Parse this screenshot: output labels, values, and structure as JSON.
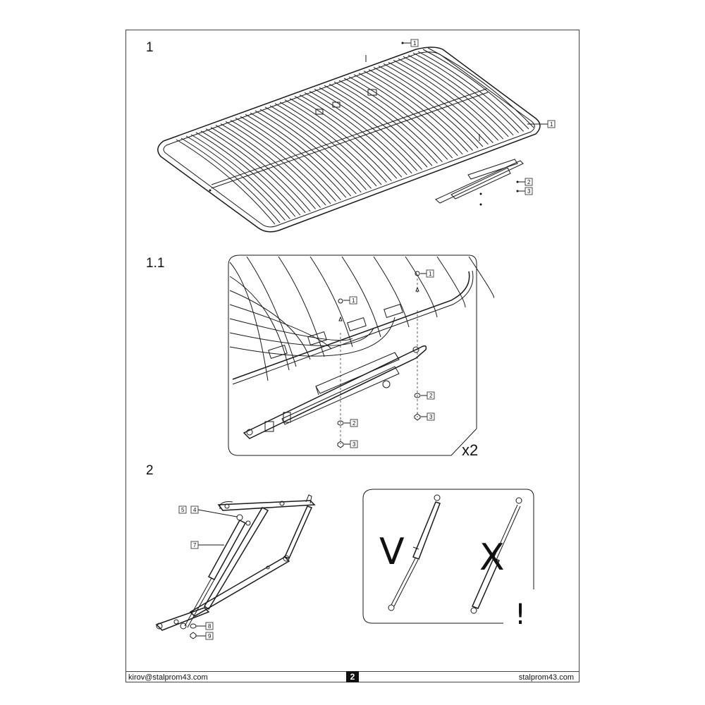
{
  "steps": {
    "s1": "1",
    "s11": "1.1",
    "s2": "2"
  },
  "callouts": {
    "c1": "1",
    "c2": "2",
    "c3": "3",
    "c4": "4",
    "c5": "5",
    "c7": "7",
    "c8": "8",
    "c9": "9"
  },
  "detail": {
    "multiplier": "x2"
  },
  "strut_check": {
    "correct_mark": "V",
    "wrong_mark": "X",
    "warning": "!"
  },
  "footer": {
    "email": "kirov@stalprom43.com",
    "page": "2",
    "site": "stalprom43.com"
  }
}
